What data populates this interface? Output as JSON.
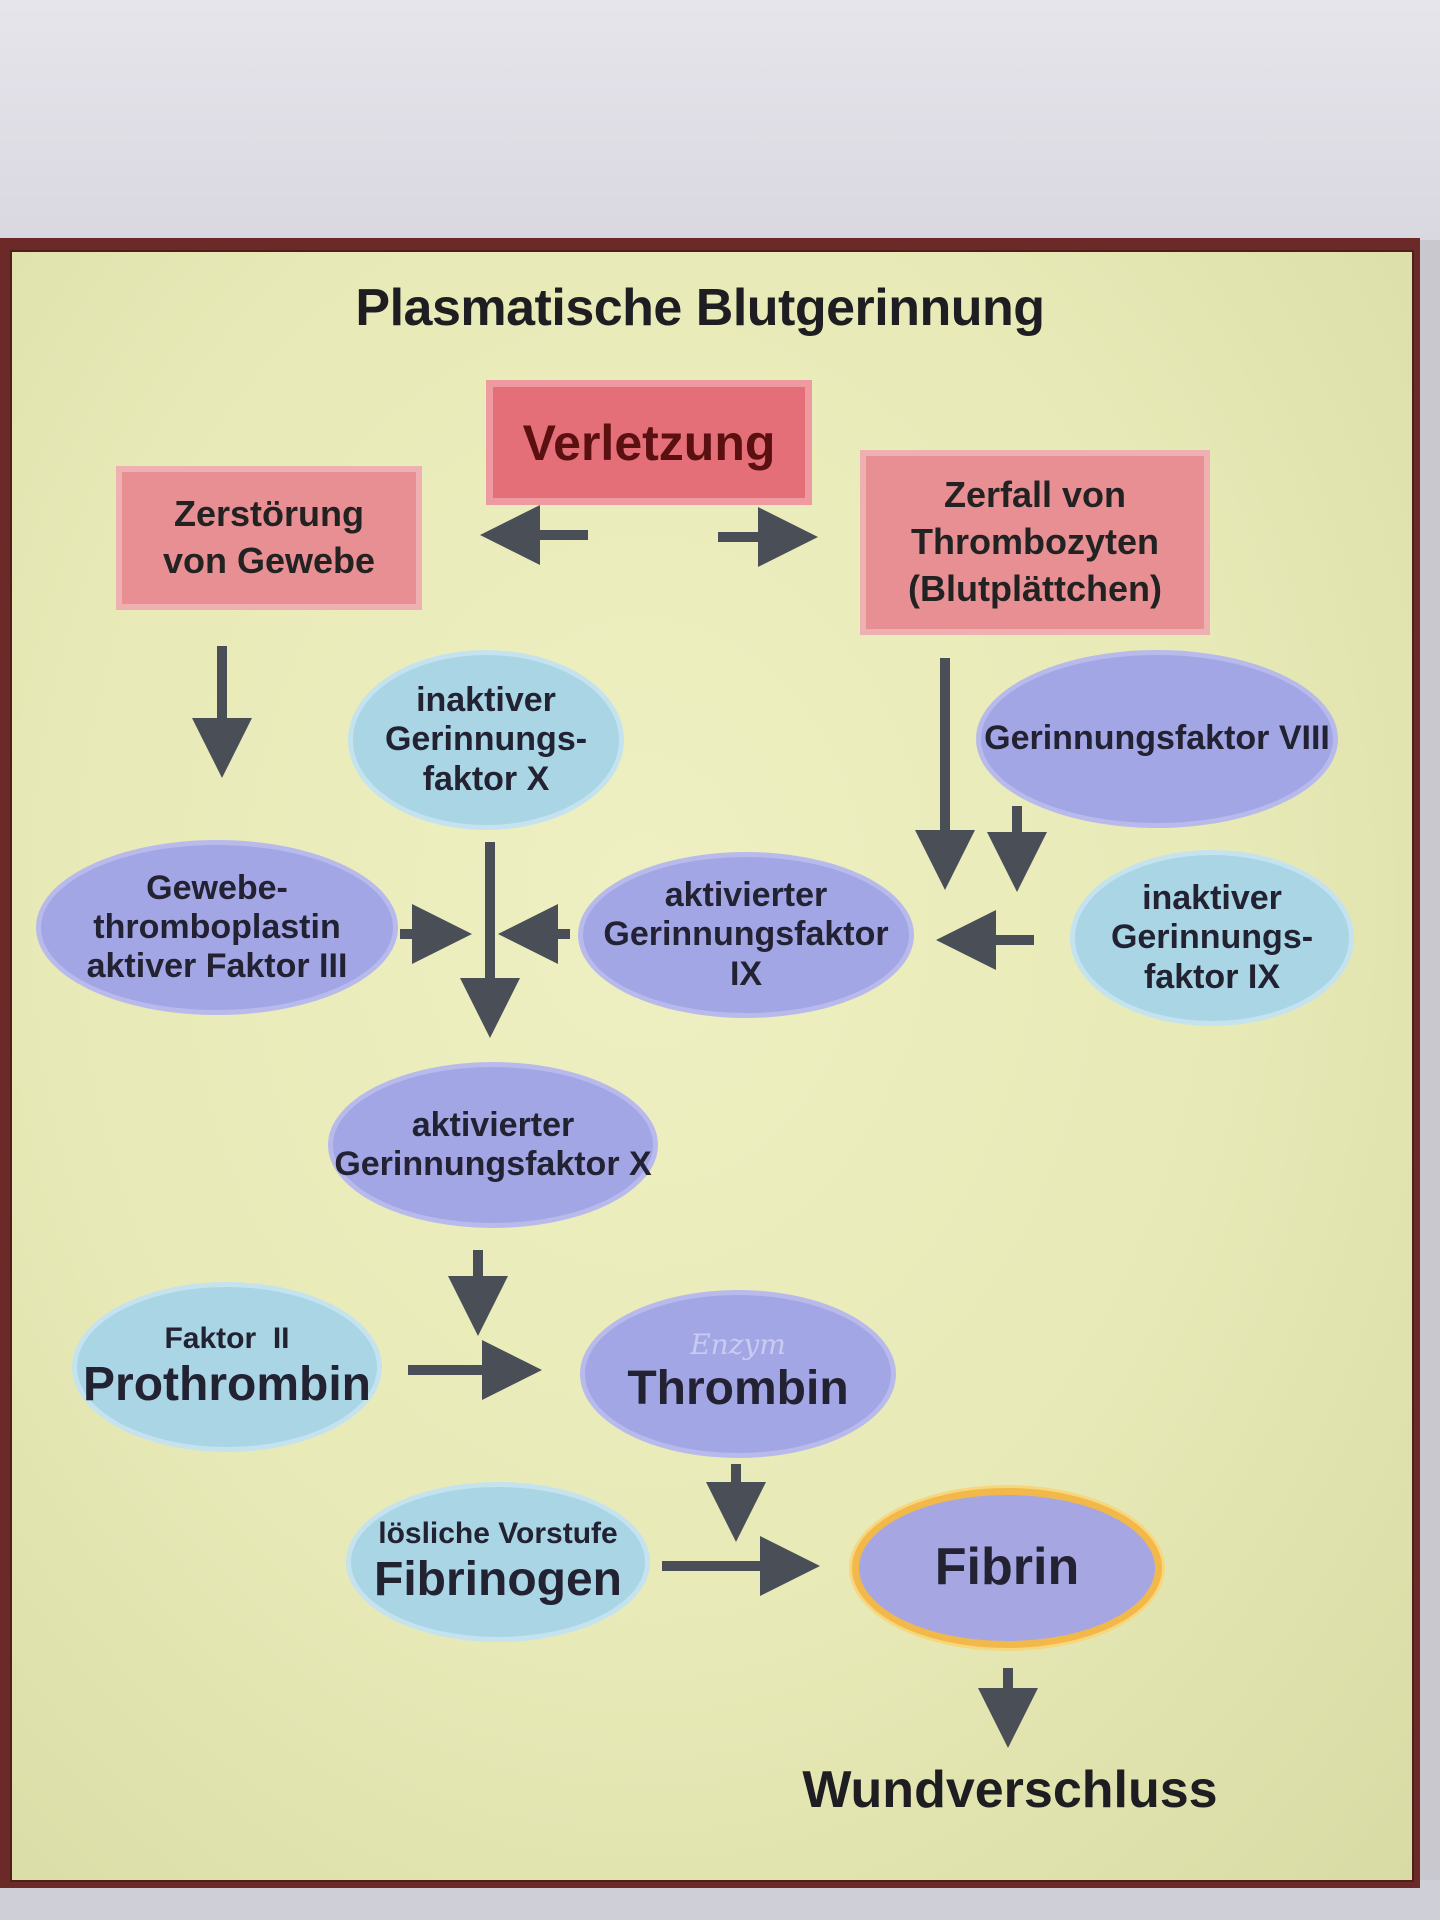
{
  "diagram": {
    "title": "Plasmatische Blutgerinnung",
    "verletzung": "Verletzung",
    "zerstoerung": {
      "line1": "Zerstörung",
      "line2": "von Gewebe"
    },
    "zerfall": {
      "line1": "Zerfall von",
      "line2": "Thrombozyten",
      "line3": "(Blutplättchen)"
    },
    "inaktiver_x": {
      "line1": "inaktiver",
      "line2": "Gerinnungs-",
      "line3": "faktor X"
    },
    "faktor_viii": "Gerinnungsfaktor VIII",
    "gewebe": {
      "line1": "Gewebe-",
      "line2": "thromboplastin",
      "line3": "aktiver Faktor III"
    },
    "aktiv_ix": {
      "line1": "aktivierter",
      "line2": "Gerinnungsfaktor IX"
    },
    "inaktiver_ix": {
      "line1": "inaktiver",
      "line2": "Gerinnungs-",
      "line3": "faktor IX"
    },
    "aktiv_x": {
      "line1": "aktivierter",
      "line2": "Gerinnungsfaktor X"
    },
    "prothrombin": {
      "line1": "Faktor  II",
      "line2": "Prothrombin"
    },
    "thrombin": {
      "note": "Enzym",
      "label": "Thrombin"
    },
    "fibrinogen": {
      "line1": "lösliche Vorstufe",
      "line2": "Fibrinogen"
    },
    "fibrin": "Fibrin",
    "wundverschluss": "Wundverschluss"
  },
  "colors": {
    "panel": "#e7e9b6",
    "frame": "#6b2a28",
    "red_box": "#e46f78",
    "blue_ellipse": "#a9d5e4",
    "violet_ellipse": "#a3a6e4",
    "fibrin_ring": "#f2b84a",
    "arrow": "#4a4f57"
  }
}
